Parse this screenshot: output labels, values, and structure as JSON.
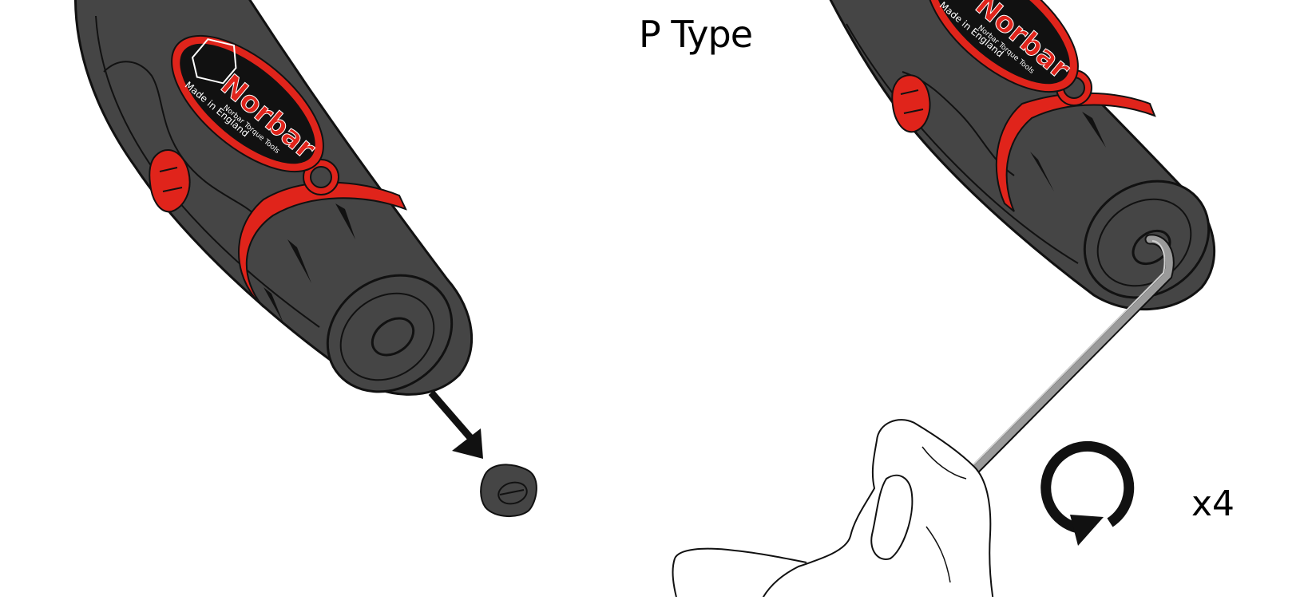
{
  "page": {
    "title": "P Type",
    "rotation_count": "x4"
  },
  "brand": {
    "logo_word": "Norbar",
    "logo_tagline": "Norbar Torque Tools",
    "made_in": "Made in England"
  },
  "colors": {
    "handle": "#454545",
    "accent_red": "#e0241b",
    "outline": "#111111",
    "hex_key": "#9a9a9a"
  },
  "icons": {
    "removal_arrow": "arrow-down-right-icon",
    "rotation": "rotate-clockwise-icon"
  }
}
